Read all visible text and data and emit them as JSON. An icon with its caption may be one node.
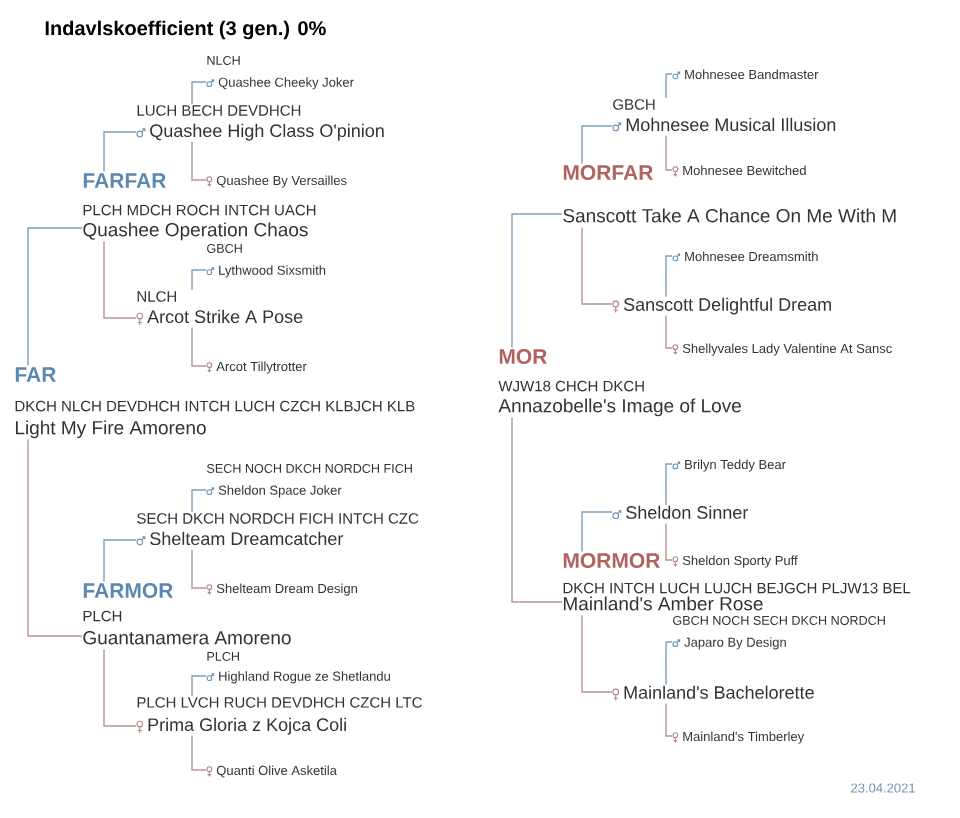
{
  "diagram": {
    "title": "Indavlskoefficient (3 gen.) 0%",
    "nodes": [
      {
        "text": [
          "FAR",
          "DKCH NLCH DEVDHCH INTCH LUCH CZCH KLBJCH KLB",
          "Light My Fire Amoreno"
        ]
      },
      {
        "text": [
          "FARFAR",
          "PLCH MDCH ROCH INTCH UACH",
          "Quashee Operation Chaos"
        ]
      },
      {
        "text": [
          "LUCH BECH DEVDHCH",
          "Quashee High Class O'pinion"
        ]
      },
      {
        "text": [
          "NLCH",
          "Quashee Cheeky Joker"
        ]
      },
      {
        "text": [
          "Quashee By Versailles"
        ]
      },
      {
        "text": [
          "NLCH",
          "Arcot Strike A Pose"
        ]
      },
      {
        "text": [
          "GBCH",
          "Lythwood Sixsmith"
        ]
      },
      {
        "text": [
          "Arcot Tillytrotter"
        ]
      },
      {
        "text": [
          "FARMOR",
          "PLCH",
          "Guantanamera Amoreno"
        ]
      },
      {
        "text": [
          "SECH DKCH NORDCH FICH INTCH CZC",
          "Shelteam Dreamcatcher"
        ]
      },
      {
        "text": [
          "SECH NOCH DKCH NORDCH FICH",
          "Sheldon Space Joker"
        ]
      },
      {
        "text": [
          "Shelteam Dream Design"
        ]
      },
      {
        "text": [
          "PLCH LVCH RUCH DEVDHCH CZCH LTC",
          "Prima Gloria z Kojca Coli"
        ]
      },
      {
        "text": [
          "PLCH",
          "Highland Rogue ze Shetlandu"
        ]
      },
      {
        "text": [
          "Quanti Olive Asketila"
        ]
      },
      {
        "text": [
          "MOR",
          "WJW18 CHCH DKCH",
          "Annazobelle's Image of Love"
        ]
      },
      {
        "text": [
          "MORFAR",
          "Sanscott Take A Chance On Me With M"
        ]
      },
      {
        "text": [
          "GBCH",
          "Mohnesee Musical Illusion"
        ]
      },
      {
        "text": [
          "Mohnesee Bandmaster"
        ]
      },
      {
        "text": [
          "Mohnesee Bewitched"
        ]
      },
      {
        "text": [
          "Sanscott Delightful Dream"
        ]
      },
      {
        "text": [
          "Mohnesee Dreamsmith"
        ]
      },
      {
        "text": [
          "Shellyvales Lady Valentine At Sansc"
        ]
      },
      {
        "text": [
          "MORMOR",
          "DKCH INTCH LUCH LUJCH BEJGCH PLJW13 BEL",
          "Mainland's Amber Rose"
        ]
      },
      {
        "text": [
          "Sheldon Sinner"
        ]
      },
      {
        "text": [
          "Brilyn Teddy Bear"
        ]
      },
      {
        "text": [
          "Sheldon Sporty Puff"
        ]
      },
      {
        "text": [
          "Mainland's Bachelorette"
        ]
      },
      {
        "text": [
          "GBCH NOCH SECH DKCH NORDCH",
          "Japaro By Design"
        ]
      },
      {
        "text": [
          "Mainland's Timberley"
        ]
      }
    ],
    "edges": [
      {
        "from": 0,
        "to": 1,
        "arrow": "none",
        "color": "#7f9fbb"
      },
      {
        "from": 0,
        "to": 8,
        "arrow": "none",
        "color": "#b89494"
      },
      {
        "from": 1,
        "to": 2,
        "arrow": "none",
        "color": "#7f9fbb"
      },
      {
        "from": 1,
        "to": 5,
        "arrow": "none",
        "color": "#b89494"
      },
      {
        "from": 2,
        "to": 3,
        "arrow": "none",
        "color": "#7f9fbb"
      },
      {
        "from": 2,
        "to": 4,
        "arrow": "none",
        "color": "#b89494"
      },
      {
        "from": 5,
        "to": 6,
        "arrow": "none",
        "color": "#7f9fbb"
      },
      {
        "from": 5,
        "to": 7,
        "arrow": "none",
        "color": "#b89494"
      },
      {
        "from": 8,
        "to": 9,
        "arrow": "none",
        "color": "#7f9fbb"
      },
      {
        "from": 8,
        "to": 12,
        "arrow": "none",
        "color": "#b89494"
      },
      {
        "from": 9,
        "to": 10,
        "arrow": "none",
        "color": "#7f9fbb"
      },
      {
        "from": 9,
        "to": 11,
        "arrow": "none",
        "color": "#b89494"
      },
      {
        "from": 12,
        "to": 13,
        "arrow": "none",
        "color": "#7f9fbb"
      },
      {
        "from": 12,
        "to": 14,
        "arrow": "none",
        "color": "#b89494"
      },
      {
        "from": 15,
        "to": 16,
        "arrow": "none",
        "color": "#7f9fbb"
      },
      {
        "from": 15,
        "to": 23,
        "arrow": "none",
        "color": "#b89494"
      },
      {
        "from": 16,
        "to": 17,
        "arrow": "none",
        "color": "#7f9fbb"
      },
      {
        "from": 16,
        "to": 20,
        "arrow": "none",
        "color": "#b89494"
      },
      {
        "from": 17,
        "to": 18,
        "arrow": "none",
        "color": "#7f9fbb"
      },
      {
        "from": 17,
        "to": 19,
        "arrow": "none",
        "color": "#b89494"
      },
      {
        "from": 20,
        "to": 21,
        "arrow": "none",
        "color": "#7f9fbb"
      },
      {
        "from": 20,
        "to": 22,
        "arrow": "none",
        "color": "#b89494"
      },
      {
        "from": 23,
        "to": 24,
        "arrow": "none",
        "color": "#7f9fbb"
      },
      {
        "from": 23,
        "to": 27,
        "arrow": "none",
        "color": "#b89494"
      },
      {
        "from": 24,
        "to": 25,
        "arrow": "none",
        "color": "#7f9fbb"
      },
      {
        "from": 24,
        "to": 26,
        "arrow": "none",
        "color": "#b89494"
      },
      {
        "from": 27,
        "to": 28,
        "arrow": "none",
        "color": "#7f9fbb"
      },
      {
        "from": 27,
        "to": 29,
        "arrow": "none",
        "color": "#b89494"
      }
    ],
    "labels": [
      "23.04.2021"
    ]
  }
}
